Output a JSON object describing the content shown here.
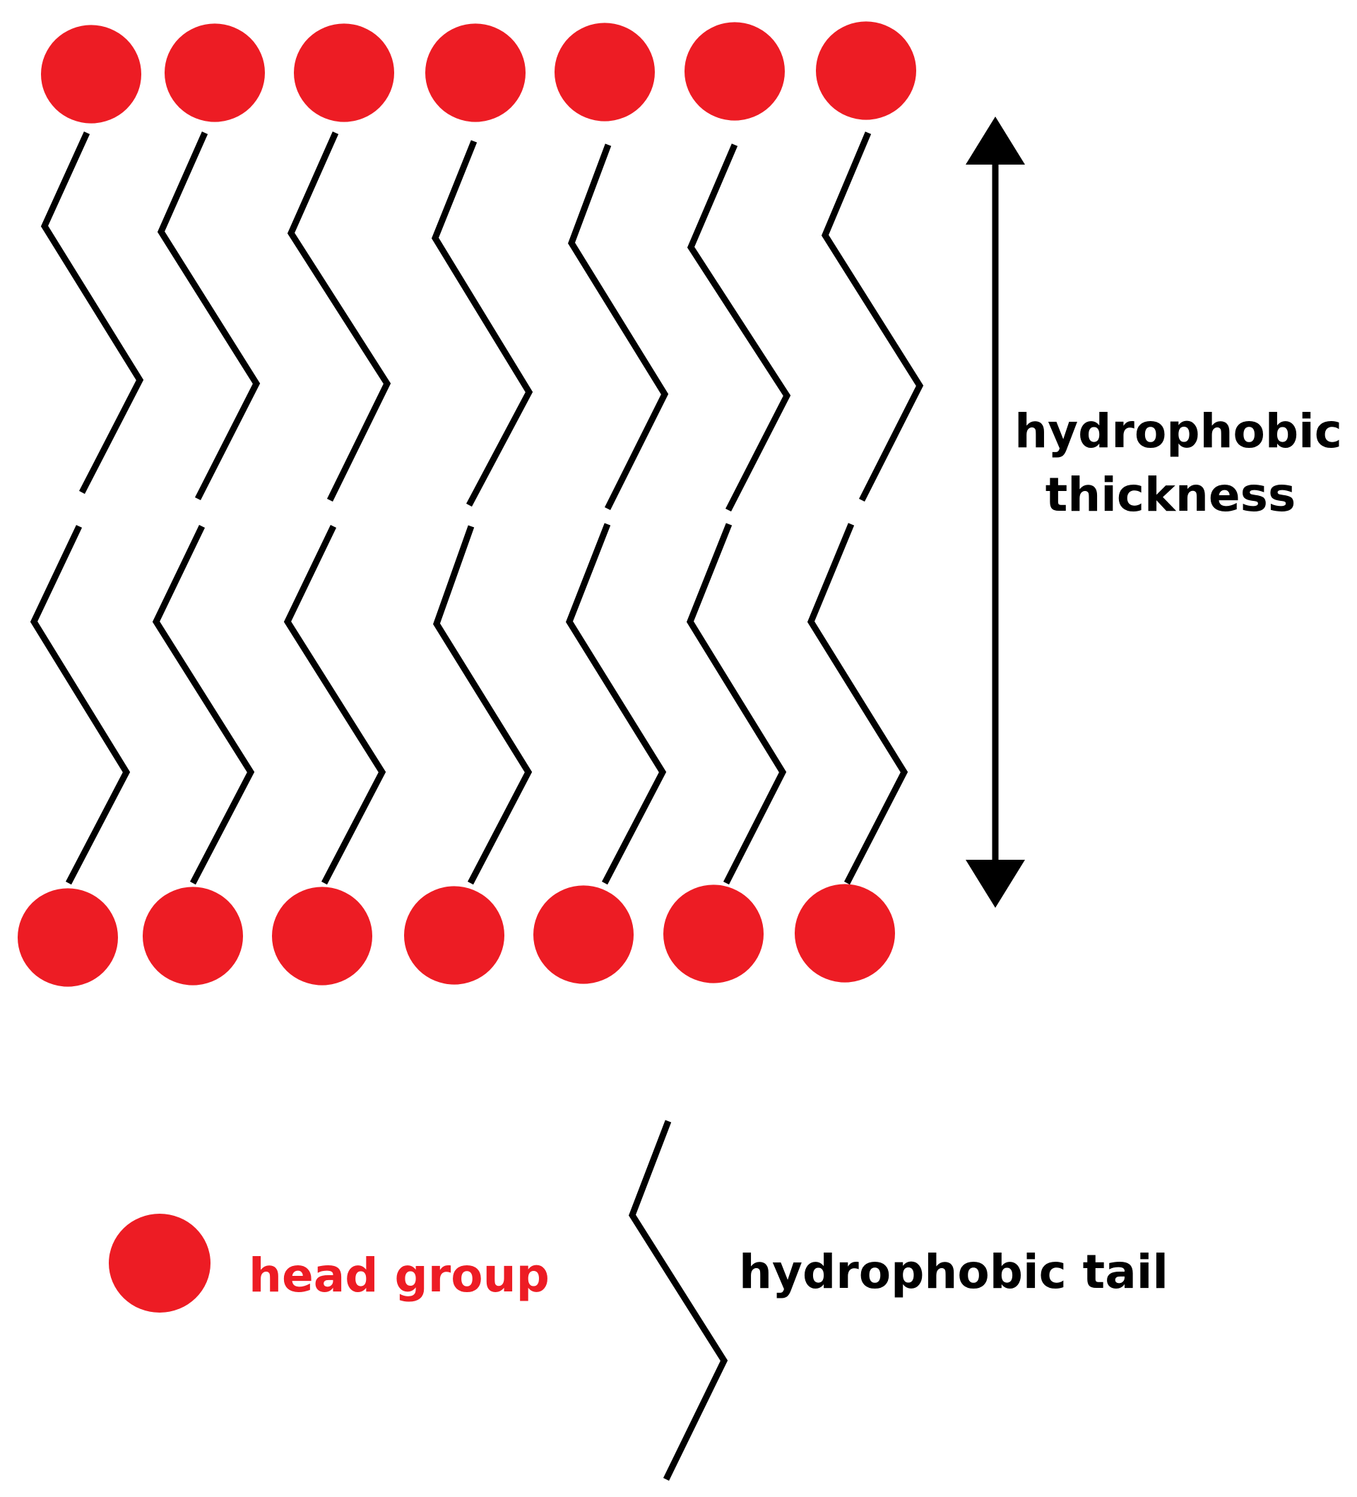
{
  "diagram": {
    "thickness_label_line1": "hydrophobic",
    "thickness_label_line2": "thickness",
    "legend_head_label": "head group",
    "legend_tail_label": "hydrophobic tail"
  },
  "colors": {
    "head": "#ed1c24",
    "tail": "#000000",
    "text": "#000000",
    "head_text": "#ed1c24"
  },
  "structure": {
    "top_heads": 7,
    "bottom_heads": 7,
    "tails_per_leaflet": 7
  },
  "icons": [
    "double-arrow-icon",
    "head-group-icon",
    "hydrophobic-tail-icon"
  ]
}
